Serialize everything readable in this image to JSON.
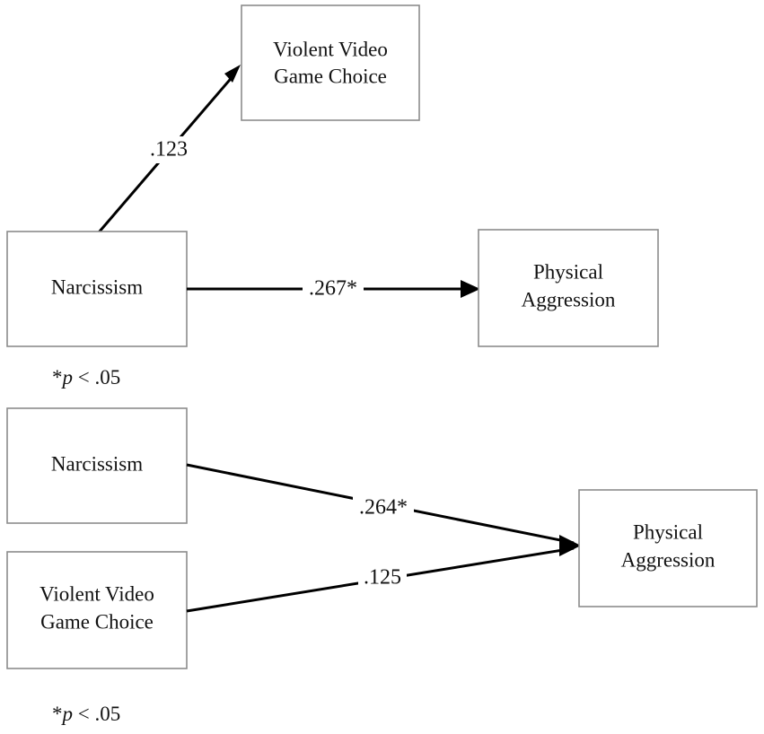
{
  "figure": {
    "background_color": "#ffffff",
    "box_stroke_color": "#8c8c8c",
    "line_color": "#000000",
    "text_color": "#111111"
  },
  "models": [
    {
      "id": "model-top",
      "nodes": {
        "predictor": {
          "label_line1": "Narcissism",
          "label_line2": ""
        },
        "mediator": {
          "label_line1": "Violent Video",
          "label_line2": "Game Choice"
        },
        "outcome": {
          "label_line1": "Physical",
          "label_line2": "Aggression"
        }
      },
      "paths": [
        {
          "name": "narcissism-to-game-choice",
          "coefficient": ".123",
          "significant": false
        },
        {
          "name": "narcissism-to-aggression",
          "coefficient": ".267*",
          "significant": true
        }
      ],
      "note": {
        "star": "*",
        "italic": "p",
        "rest": " < .05"
      }
    },
    {
      "id": "model-bottom",
      "nodes": {
        "predictor1": {
          "label_line1": "Narcissism",
          "label_line2": ""
        },
        "predictor2": {
          "label_line1": "Violent Video",
          "label_line2": "Game Choice"
        },
        "outcome": {
          "label_line1": "Physical",
          "label_line2": "Aggression"
        }
      },
      "paths": [
        {
          "name": "narcissism-to-aggression",
          "coefficient": ".264*",
          "significant": true
        },
        {
          "name": "game-choice-to-aggression",
          "coefficient": ".125",
          "significant": false
        }
      ],
      "note": {
        "star": "*",
        "italic": "p",
        "rest": " < .05"
      }
    }
  ],
  "chart_data": {
    "type": "diagram",
    "title": "",
    "diagram_kind": "path-analysis",
    "panels": [
      {
        "panel": "top",
        "nodes": [
          "Narcissism",
          "Violent Video Game Choice",
          "Physical Aggression"
        ],
        "edges": [
          {
            "from": "Narcissism",
            "to": "Violent Video Game Choice",
            "value": 0.123,
            "label": ".123",
            "significant": false
          },
          {
            "from": "Narcissism",
            "to": "Physical Aggression",
            "value": 0.267,
            "label": ".267*",
            "significant": true
          }
        ],
        "note": "*p < .05"
      },
      {
        "panel": "bottom",
        "nodes": [
          "Narcissism",
          "Violent Video Game Choice",
          "Physical Aggression"
        ],
        "edges": [
          {
            "from": "Narcissism",
            "to": "Physical Aggression",
            "value": 0.264,
            "label": ".264*",
            "significant": true
          },
          {
            "from": "Violent Video Game Choice",
            "to": "Physical Aggression",
            "value": 0.125,
            "label": ".125",
            "significant": false
          }
        ],
        "note": "*p < .05"
      }
    ]
  }
}
